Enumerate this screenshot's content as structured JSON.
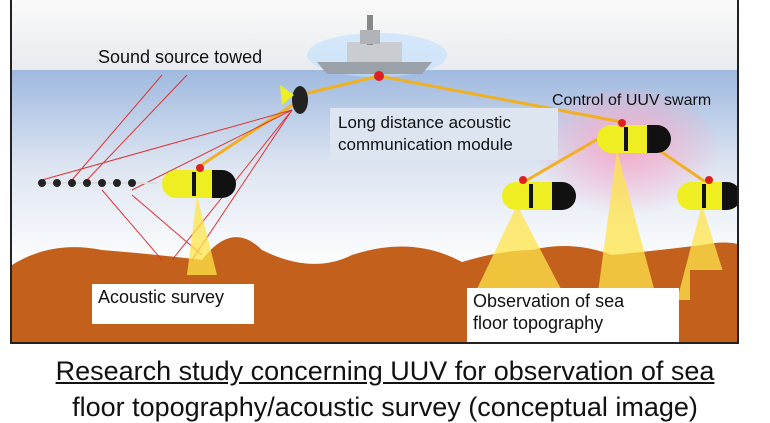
{
  "labels": {
    "sound_source": "Sound source towed",
    "control": "Control of UUV swarm",
    "comm_module_1": "Long distance acoustic",
    "comm_module_2": "communication module",
    "acoustic_survey": "Acoustic survey",
    "observation_1": "Observation of sea",
    "observation_2": "floor topography"
  },
  "caption": {
    "line1": "Research study concerning UUV for observation of sea",
    "line2": "floor topography/acoustic survey (conceptual image)"
  }
}
